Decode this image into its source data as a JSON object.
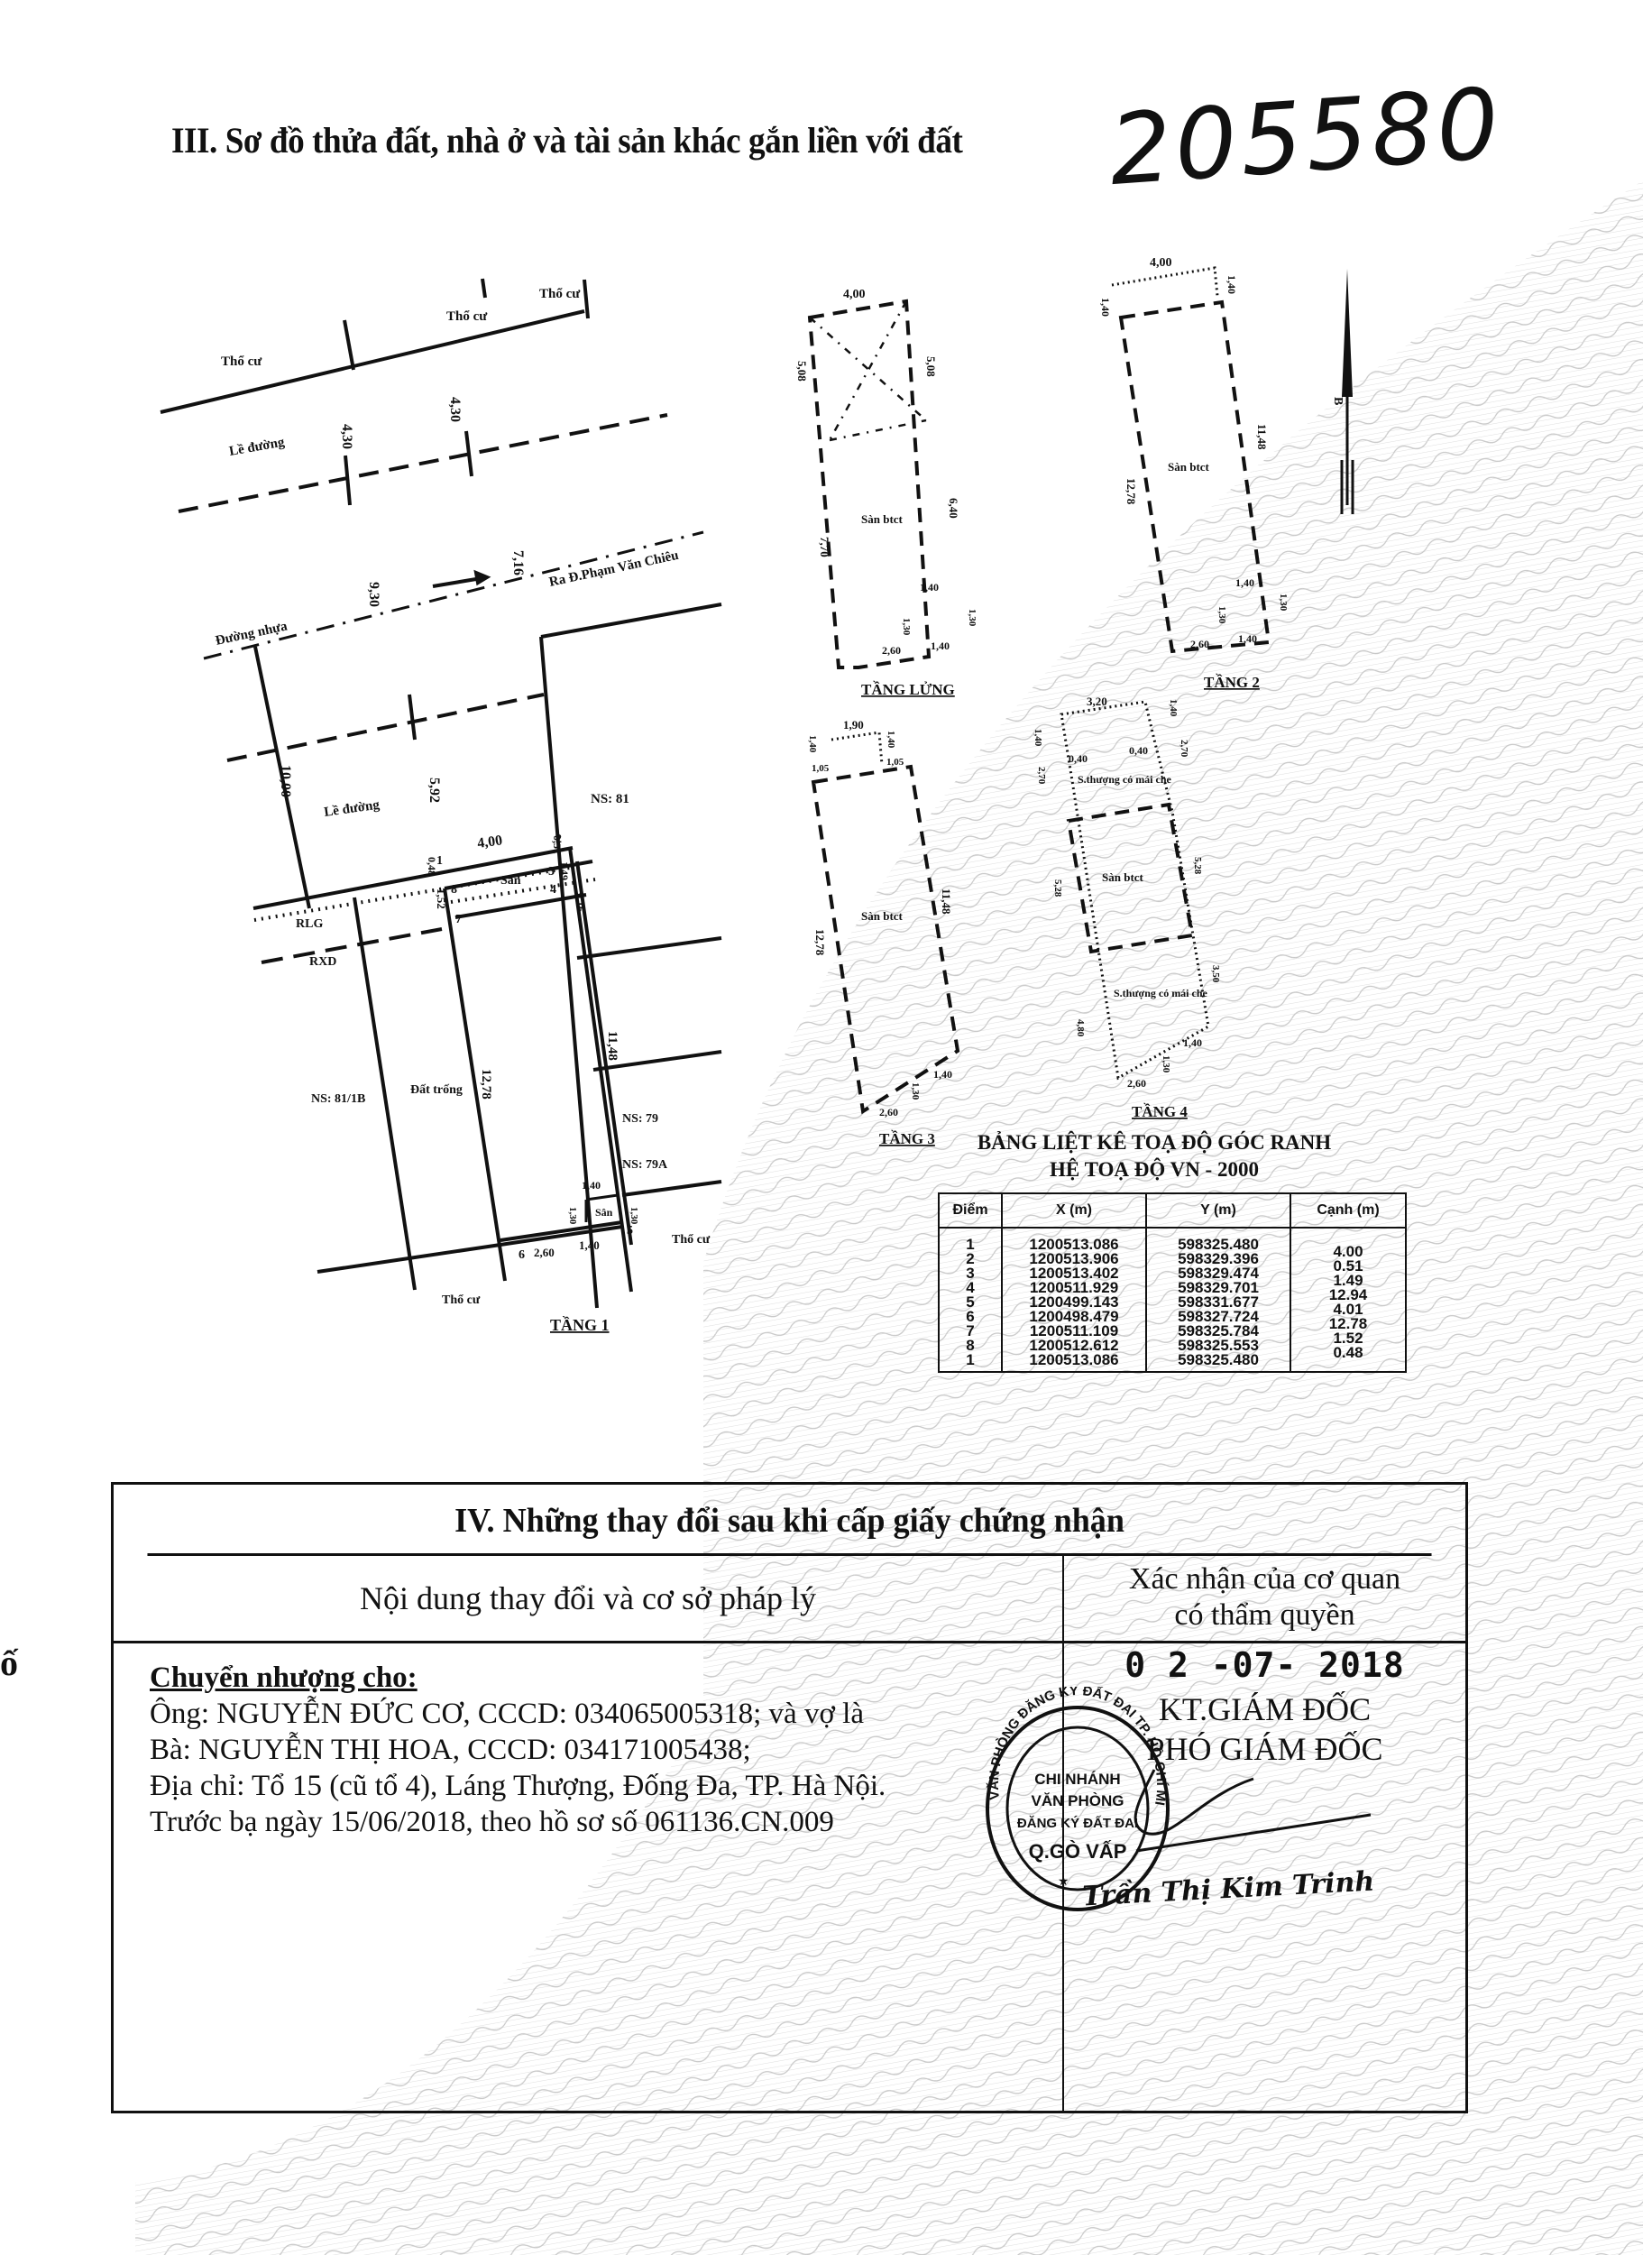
{
  "section3": {
    "title": "III. Sơ đồ thửa đất, nhà ở và tài sản khác gắn liền với đất",
    "handwritten_number": "205580"
  },
  "site_plan": {
    "labels": {
      "tho_cu": "Thổ cư",
      "le_duong": "Lề đường",
      "duong_nhua": "Đường nhựa",
      "direction": "Ra Đ.Phạm Văn Chiêu",
      "rlg": "RLG",
      "rxd": "RXD",
      "ns_81": "NS: 81",
      "ns_79a": "NS: 79A",
      "ns_79": "NS: 79",
      "ns_81_1b": "NS: 81/1B",
      "dat_trong": "Đất trống",
      "san": "Sân",
      "floor_title": "TẦNG 1"
    },
    "dimensions": {
      "top_road_a": "4,30",
      "top_road_b": "4,30",
      "road_width": "9,30",
      "road_right": "7,16",
      "left_10": "10,00",
      "mid_592": "5,92",
      "front_width": "4,00",
      "d_051": "0,51",
      "d_149": "1,49",
      "d_016": "0,16",
      "d_048": "0,48",
      "d_152": "1,52",
      "left_len": "12,78",
      "right_len": "11,48",
      "back_260": "2,60",
      "back_140": "1,40",
      "yard_140": "1,40",
      "yard_130a": "1,30",
      "yard_130b": "1,30"
    },
    "points": [
      "1",
      "2",
      "3",
      "4",
      "5",
      "6",
      "7",
      "8"
    ]
  },
  "floors": {
    "tang_lung": {
      "title": "TẦNG LỬNG",
      "room": "Sàn btct",
      "dims": {
        "top": "4,00",
        "left_top": "5,08",
        "right_top": "5,08",
        "left": "7,70",
        "right": "6,40",
        "void_w": "1,40",
        "void_h1": "1,30",
        "void_h2": "1,30",
        "back_a": "2,60",
        "back_b": "1,40"
      }
    },
    "tang_2": {
      "title": "TẦNG 2",
      "room": "Sàn btct",
      "dims": {
        "top": "4,00",
        "left_top": "1,40",
        "right_top": "1,40",
        "left": "12,78",
        "right": "11,48",
        "void_w": "1,40",
        "void_h1": "1,30",
        "void_h2": "1,30",
        "back_a": "2,60",
        "back_b": "1,40"
      }
    },
    "tang_3": {
      "title": "TẦNG 3",
      "room": "Sàn btct",
      "dims": {
        "top": "1,90",
        "left_top_a": "1,40",
        "left_top_b": "1,05",
        "right_top_a": "1,40",
        "right_top_b": "1,05",
        "left": "12,78",
        "right": "11,48",
        "back_w": "1,40",
        "back_h": "1,30",
        "back": "2,60"
      }
    },
    "tang_4": {
      "title": "TẦNG 4",
      "room_top": "S.thượng có mái che",
      "room_mid": "Sàn btct",
      "room_bottom": "S.thượng có mái che",
      "dims": {
        "top": "3,20",
        "inset_l": "0,40",
        "inset_r": "0,40",
        "left_a": "1,40",
        "left_b": "2,70",
        "right_a": "1,40",
        "right_b": "2,70",
        "left_mid": "5,28",
        "right_mid": "5,28",
        "right_bottom": "3,50",
        "left_bottom": "4,80",
        "back_w": "1,40",
        "back_h": "1,30",
        "back": "2,60"
      }
    },
    "north_label": "B"
  },
  "coordinates": {
    "caption_line1": "BẢNG LIỆT KÊ TOẠ ĐỘ GÓC RANH",
    "caption_line2": "HỆ TOẠ ĐỘ VN - 2000",
    "headers": [
      "Điểm",
      "X (m)",
      "Y (m)",
      "Cạnh (m)"
    ],
    "rows": [
      {
        "point": "1",
        "x": "1200513.086",
        "y": "598325.480",
        "edge": "4.00"
      },
      {
        "point": "2",
        "x": "1200513.906",
        "y": "598329.396",
        "edge": "0.51"
      },
      {
        "point": "3",
        "x": "1200513.402",
        "y": "598329.474",
        "edge": "1.49"
      },
      {
        "point": "4",
        "x": "1200511.929",
        "y": "598329.701",
        "edge": "12.94"
      },
      {
        "point": "5",
        "x": "1200499.143",
        "y": "598331.677",
        "edge": "4.01"
      },
      {
        "point": "6",
        "x": "1200498.479",
        "y": "598327.724",
        "edge": "12.78"
      },
      {
        "point": "7",
        "x": "1200511.109",
        "y": "598325.784",
        "edge": "1.52"
      },
      {
        "point": "8",
        "x": "1200512.612",
        "y": "598325.553",
        "edge": "0.48"
      },
      {
        "point": "1",
        "x": "1200513.086",
        "y": "598325.480",
        "edge": ""
      }
    ]
  },
  "section4": {
    "title": "IV. Những thay đổi sau khi cấp giấy chứng nhận",
    "col_content": "Nội dung thay đổi và cơ sở pháp lý",
    "col_confirm_line1": "Xác nhận của cơ quan",
    "col_confirm_line2": "có thẩm quyền",
    "entry": {
      "heading": "Chuyển nhượng cho:",
      "line1": "Ông: NGUYỄN ĐỨC CƠ, CCCD: 034065005318; và vợ là",
      "line2": "Bà: NGUYỄN THỊ HOA, CCCD: 034171005438;",
      "line3": "Địa chỉ: Tổ 15 (cũ tổ 4), Láng Thượng, Đống Đa, TP. Hà Nội.",
      "line4": "Trước bạ ngày 15/06/2018, theo hồ sơ số 061136.CN.009"
    },
    "confirmation": {
      "date": "0 2 -07- 2018",
      "position1": "KT.GIÁM ĐỐC",
      "position2": "PHÓ GIÁM ĐỐC",
      "signature": "Trần Thị Kim Trinh"
    },
    "seal": {
      "outer_text": "VĂN PHÒNG ĐĂNG KÝ ĐẤT ĐAI TP. HỒ CHÍ MINH",
      "line1": "CHI NHÁNH",
      "line2": "VĂN PHÒNG",
      "line3": "ĐĂNG KÝ ĐẤT ĐAI",
      "line4": "Q.GÒ VẤP"
    }
  },
  "margin_char": "ố"
}
